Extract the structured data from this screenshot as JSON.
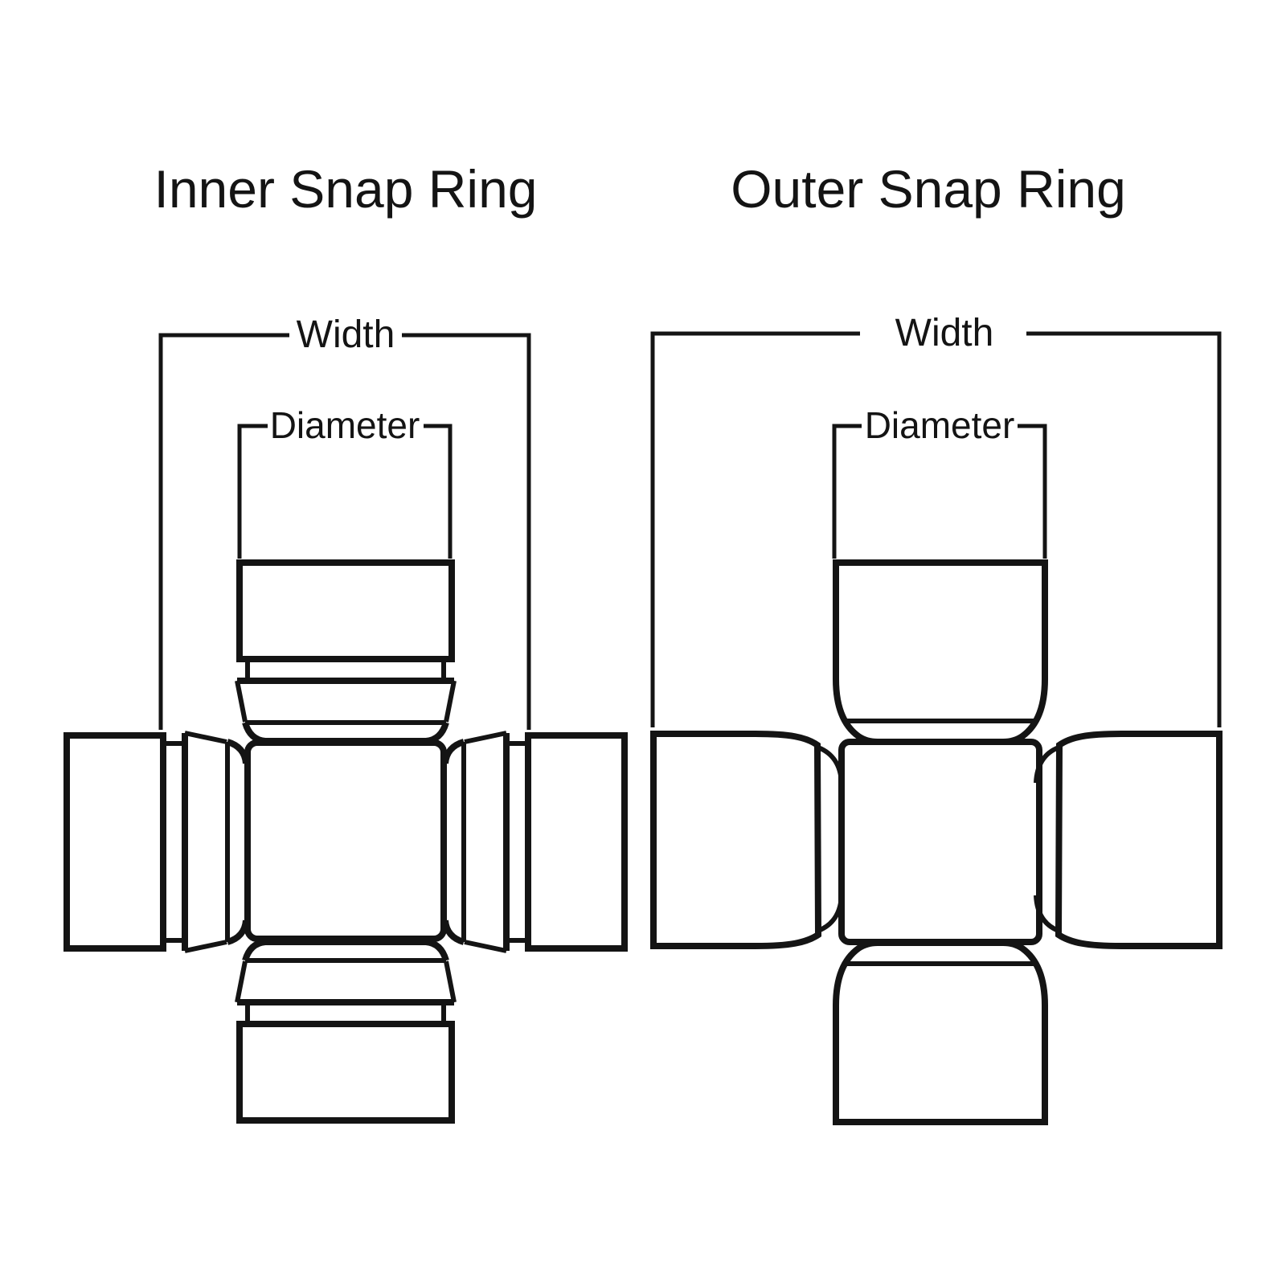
{
  "page": {
    "background": "#ffffff",
    "line_color": "#141414"
  },
  "inner_diagram": {
    "title": "Inner Snap Ring",
    "width_label": "Width",
    "diameter_label": "Diameter"
  },
  "outer_diagram": {
    "title": "Outer Snap Ring",
    "width_label": "Width",
    "diameter_label": "Diameter"
  }
}
